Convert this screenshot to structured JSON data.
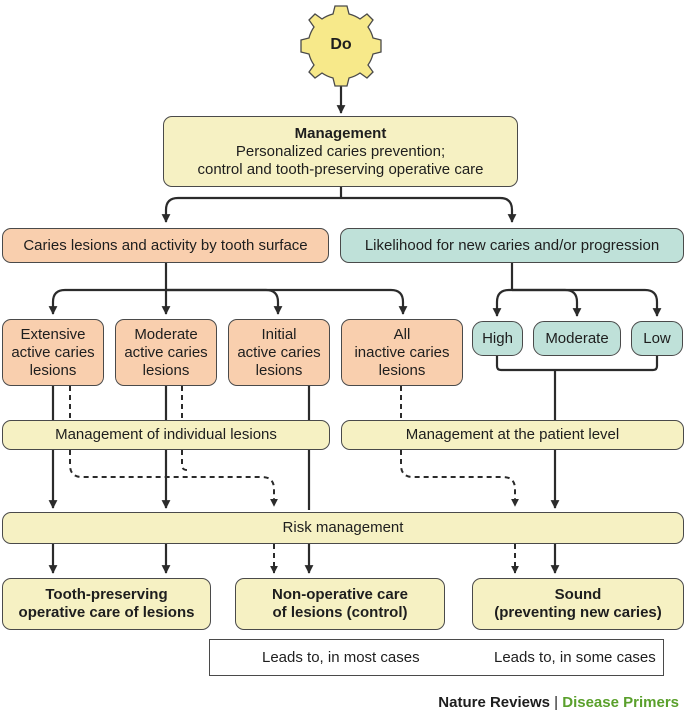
{
  "do_label": "Do",
  "management": {
    "title": "Management",
    "line1": "Personalized caries prevention;",
    "line2": "control and tooth-preserving operative care"
  },
  "lesions_header": "Caries lesions and activity by tooth surface",
  "likelihood_header": "Likelihood for new caries and/or progression",
  "lesion_types": [
    {
      "lines": [
        "Extensive",
        "active caries",
        "lesions"
      ]
    },
    {
      "lines": [
        "Moderate",
        "active caries",
        "lesions"
      ]
    },
    {
      "lines": [
        "Initial",
        "active caries",
        "lesions"
      ]
    },
    {
      "lines": [
        "All",
        "inactive caries",
        "lesions"
      ]
    }
  ],
  "risk_levels": [
    "High",
    "Moderate",
    "Low"
  ],
  "individual_management": "Management of individual lesions",
  "patient_management": "Management at the patient level",
  "risk_management": "Risk management",
  "outcomes": [
    {
      "line1": "Tooth-preserving",
      "line2": "operative care of lesions"
    },
    {
      "line1": "Non-operative care",
      "line2": "of lesions (control)"
    },
    {
      "line1": "Sound",
      "line2": "(preventing new caries)"
    }
  ],
  "legend": {
    "solid": "Leads to, in most cases",
    "dashed": "Leads to, in some cases"
  },
  "footer": {
    "brand": "Nature Reviews",
    "separator": "|",
    "series": "Disease Primers"
  },
  "colors": {
    "yellow_box": "#f6f1c3",
    "orange_box": "#f9cfae",
    "teal_box": "#bfe1d9",
    "gear": "#f7e98a",
    "lines": "#2b2b2b",
    "footer_accent": "#5aa02c"
  },
  "icons": [
    "gear-icon"
  ]
}
